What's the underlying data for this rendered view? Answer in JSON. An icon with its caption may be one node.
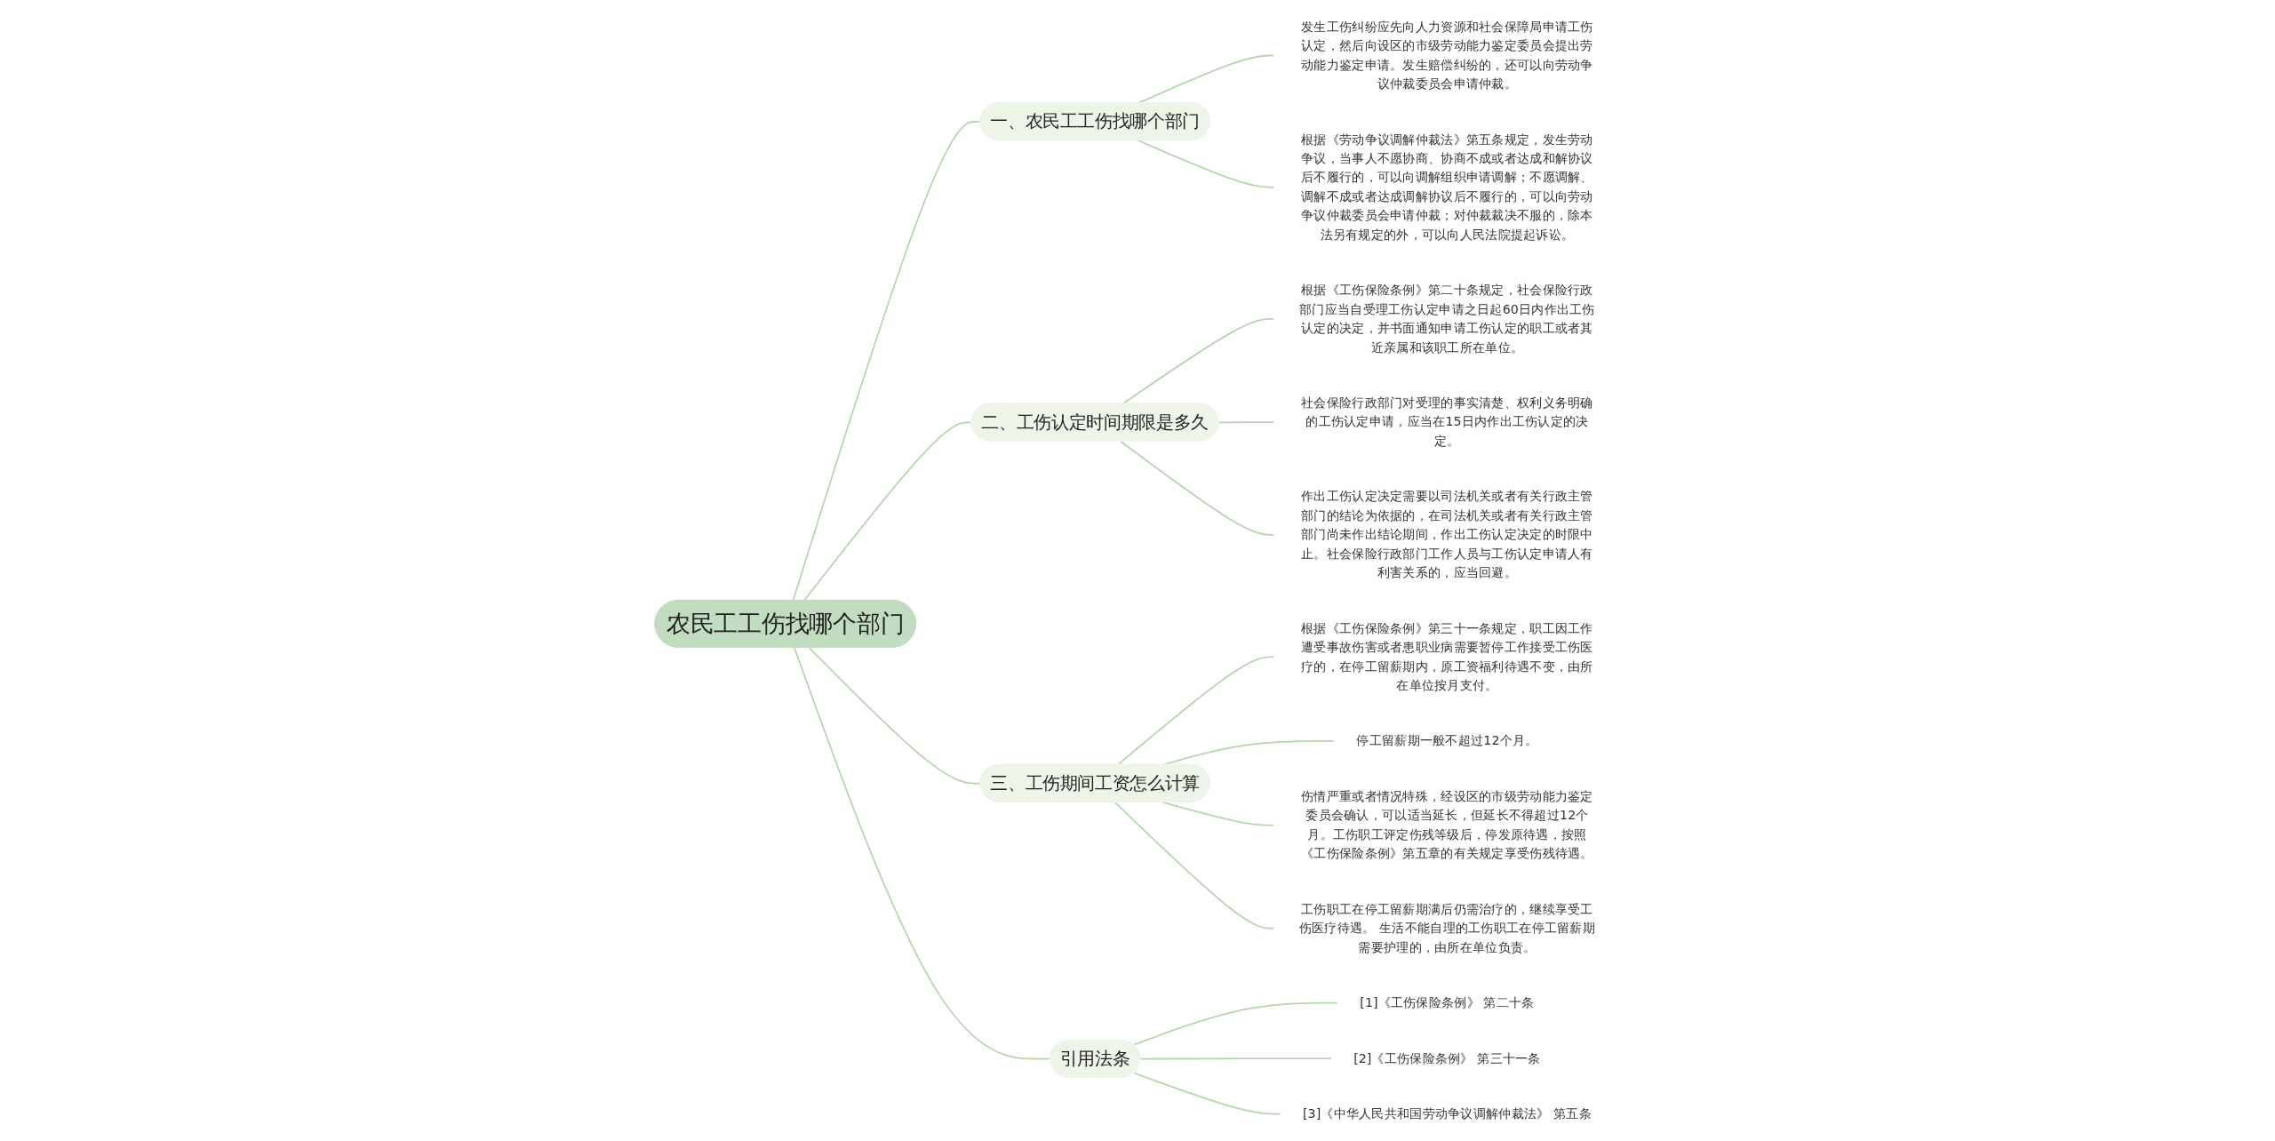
{
  "diagram": {
    "nodes": [
      {
        "text": [
          "农民工工伤找哪个部门"
        ]
      },
      {
        "text": [
          "一、农民工工伤找哪个部门"
        ]
      },
      {
        "text": [
          "发生工伤纠纷应先向人力资源和社会保障局申请工伤认定，然后向设区的市级劳动能力鉴定委员会提出劳动能力鉴定申请。发生赔偿纠纷的，还可以向劳动争议仲裁委员会申请仲裁。"
        ]
      },
      {
        "text": [
          "根据《劳动争议调解仲裁法》第五条规定，发生劳动争议，当事人不愿协商、协商不成或者达成和解协议后不履行的，可以向调解组织申请调解；不愿调解、调解不成或者达成调解协议后不履行的，可以向劳动争议仲裁委员会申请仲裁；对仲裁裁决不服的，除本法另有规定的外，可以向人民法院提起诉讼。"
        ]
      },
      {
        "text": [
          "二、工伤认定时间期限是多久"
        ]
      },
      {
        "text": [
          "根据《工伤保险条例》第二十条规定，社会保险行政部门应当自受理工伤认定申请之日起60日内作出工伤认定的决定，并书面通知申请工伤认定的职工或者其近亲属和该职工所在单位。"
        ]
      },
      {
        "text": [
          "社会保险行政部门对受理的事实清楚、权利义务明确的工伤认定申请，应当在15日内作出工伤认定的决定。"
        ]
      },
      {
        "text": [
          "作出工伤认定决定需要以司法机关或者有关行政主管部门的结论为依据的，在司法机关或者有关行政主管部门尚未作出结论期间，作出工伤认定决定的时限中止。社会保险行政部门工作人员与工伤认定申请人有利害关系的，应当回避。"
        ]
      },
      {
        "text": [
          "三、工伤期间工资怎么计算"
        ]
      },
      {
        "text": [
          "根据《工伤保险条例》第三十一条规定，职工因工作遭受事故伤害或者患职业病需要暂停工作接受工伤医疗的，在停工留薪期内，原工资福利待遇不变，由所在单位按月支付。"
        ]
      },
      {
        "text": [
          "停工留薪期一般不超过12个月。"
        ]
      },
      {
        "text": [
          "伤情严重或者情况特殊，经设区的市级劳动能力鉴定委员会确认，可以适当延长，但延长不得超过12个月。工伤职工评定伤残等级后，停发原待遇，按照《工伤保险条例》第五章的有关规定享受伤残待遇。"
        ]
      },
      {
        "text": [
          "工伤职工在停工留薪期满后仍需治疗的，继续享受工伤医疗待遇。 生活不能自理的工伤职工在停工留薪期需要护理的，由所在单位负责。"
        ]
      },
      {
        "text": [
          "引用法条"
        ]
      },
      {
        "text": [
          "[1]《工伤保险条例》 第二十条"
        ]
      },
      {
        "text": [
          "[2]《工伤保险条例》 第三十一条"
        ]
      },
      {
        "text": [
          "[3]《中华人民共和国劳动争议调解仲裁法》 第五条"
        ]
      }
    ],
    "edges": [
      {
        "from": 0,
        "to": 1,
        "arrow": "none"
      },
      {
        "from": 1,
        "to": 2,
        "arrow": "none"
      },
      {
        "from": 1,
        "to": 3,
        "arrow": "none"
      },
      {
        "from": 0,
        "to": 4,
        "arrow": "none"
      },
      {
        "from": 4,
        "to": 5,
        "arrow": "none"
      },
      {
        "from": 4,
        "to": 6,
        "arrow": "none"
      },
      {
        "from": 4,
        "to": 7,
        "arrow": "none"
      },
      {
        "from": 0,
        "to": 8,
        "arrow": "none"
      },
      {
        "from": 8,
        "to": 9,
        "arrow": "none"
      },
      {
        "from": 8,
        "to": 10,
        "arrow": "none"
      },
      {
        "from": 8,
        "to": 11,
        "arrow": "none"
      },
      {
        "from": 8,
        "to": 12,
        "arrow": "none"
      },
      {
        "from": 0,
        "to": 13,
        "arrow": "none"
      },
      {
        "from": 13,
        "to": 14,
        "arrow": "none"
      },
      {
        "from": 13,
        "to": 15,
        "arrow": "none"
      },
      {
        "from": 13,
        "to": 16,
        "arrow": "none"
      }
    ]
  }
}
